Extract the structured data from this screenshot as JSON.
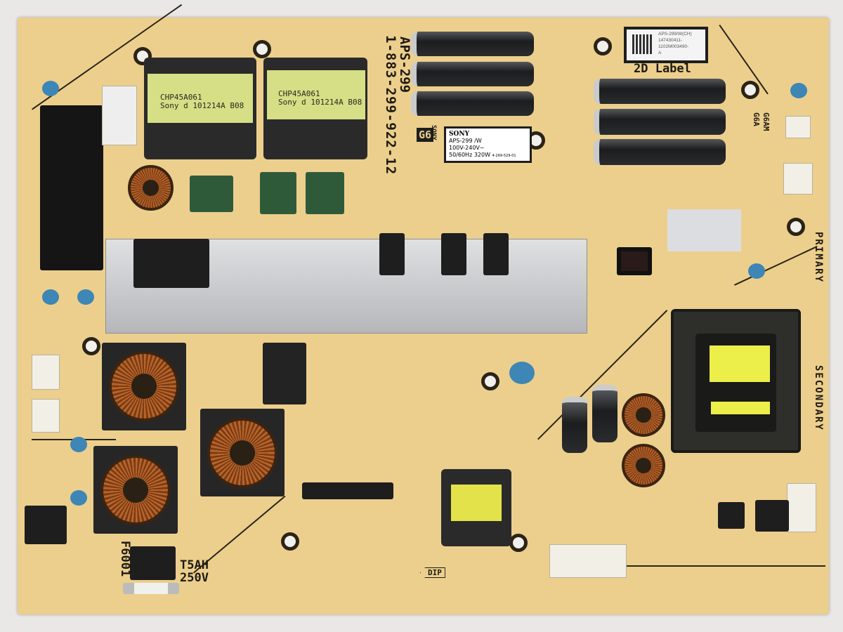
{
  "board": {
    "part_number_vertical": "1-883-299-922-12",
    "model_vertical": "APS-299",
    "revision_badge": "G6",
    "sony_vertical": "SONY",
    "label_2d_caption": "2D Label",
    "primary_label": "PRIMARY",
    "secondary_label": "SECONDARY",
    "fuse_ref": "F6001",
    "fuse_rating_current": "T5AH",
    "fuse_rating_voltage": "250V",
    "dip_marker": "DIP",
    "g6a_label": "G6A",
    "g6am_label": "G6AM"
  },
  "sticker_2d": {
    "line1": "APS-299/W(CH)",
    "line2": "147430411-",
    "line3": "1102M003490-",
    "line4": "A"
  },
  "rating_label": {
    "brand": "SONY",
    "model": "APS-299   /W",
    "voltage": "100V-240V~",
    "power": "50/60Hz 320W",
    "code": "4-269-529-01"
  },
  "transformers": [
    {
      "line1": "CHP45A061",
      "line2": "Sony d 101214A B08"
    },
    {
      "line1": "CHP45A061",
      "line2": "Sony d 101214A B08"
    }
  ]
}
